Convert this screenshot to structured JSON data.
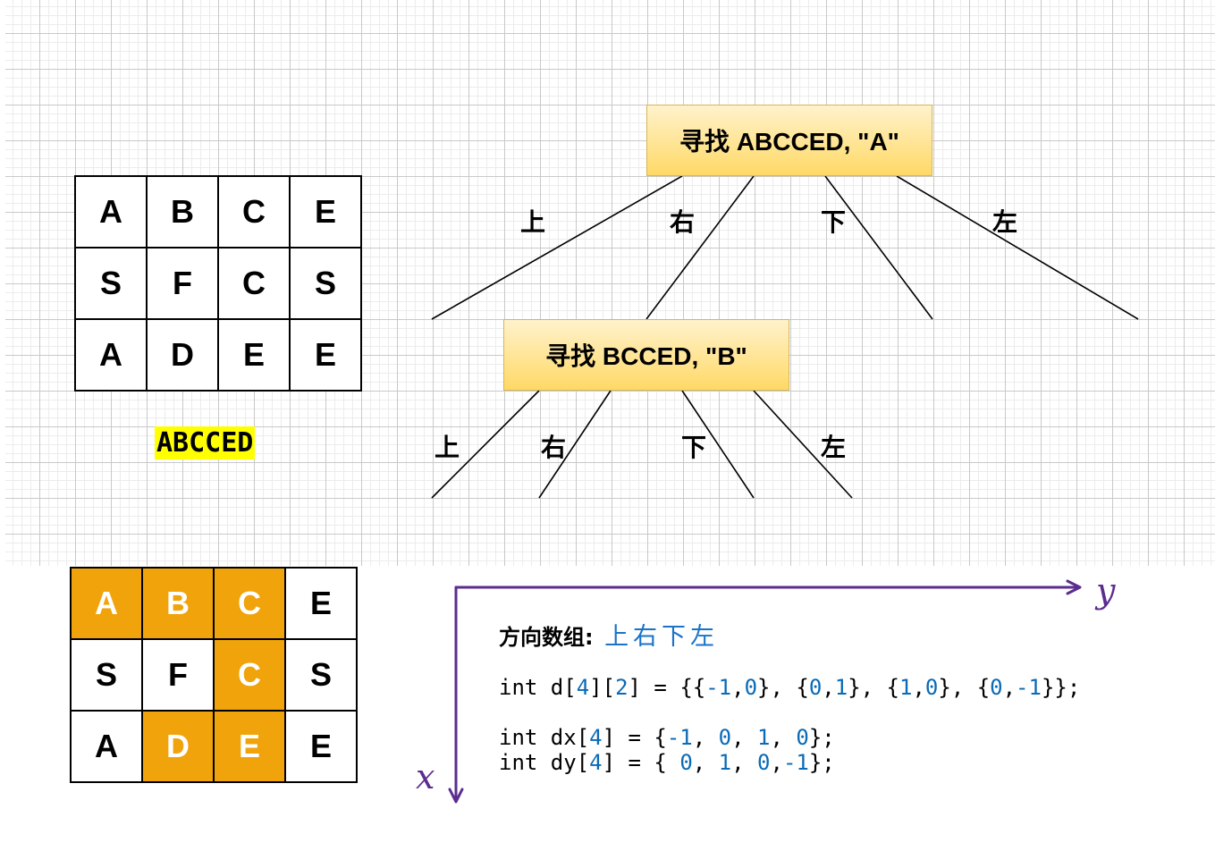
{
  "grid_top": {
    "rows": [
      [
        "A",
        "B",
        "C",
        "E"
      ],
      [
        "S",
        "F",
        "C",
        "S"
      ],
      [
        "A",
        "D",
        "E",
        "E"
      ]
    ]
  },
  "target_word": "ABCCED",
  "grid_bottom": {
    "rows": [
      [
        "A",
        "B",
        "C",
        "E"
      ],
      [
        "S",
        "F",
        "C",
        "S"
      ],
      [
        "A",
        "D",
        "E",
        "E"
      ]
    ],
    "highlighted": [
      [
        0,
        0
      ],
      [
        0,
        1
      ],
      [
        0,
        2
      ],
      [
        1,
        2
      ],
      [
        2,
        1
      ],
      [
        2,
        2
      ]
    ],
    "highlight_color": "#f0a30a"
  },
  "tree": {
    "root": {
      "label": "寻找 ABCCED, \"A\""
    },
    "child": {
      "label": "寻找 BCCED, \"B\""
    },
    "root_edges": [
      "上",
      "右",
      "下",
      "左"
    ],
    "child_edges": [
      "上",
      "右",
      "下",
      "左"
    ]
  },
  "directions": {
    "heading": "方向数组:",
    "order": "上右下左"
  },
  "code": {
    "line1": [
      {
        "t": "int d[",
        "k": "p"
      },
      {
        "t": "4",
        "k": "n"
      },
      {
        "t": "][",
        "k": "p"
      },
      {
        "t": "2",
        "k": "n"
      },
      {
        "t": "] = {{",
        "k": "p"
      },
      {
        "t": "-1",
        "k": "n"
      },
      {
        "t": ",",
        "k": "p"
      },
      {
        "t": "0",
        "k": "n"
      },
      {
        "t": "}, {",
        "k": "p"
      },
      {
        "t": "0",
        "k": "n"
      },
      {
        "t": ",",
        "k": "p"
      },
      {
        "t": "1",
        "k": "n"
      },
      {
        "t": "}, {",
        "k": "p"
      },
      {
        "t": "1",
        "k": "n"
      },
      {
        "t": ",",
        "k": "p"
      },
      {
        "t": "0",
        "k": "n"
      },
      {
        "t": "}, {",
        "k": "p"
      },
      {
        "t": "0",
        "k": "n"
      },
      {
        "t": ",",
        "k": "p"
      },
      {
        "t": "-1",
        "k": "n"
      },
      {
        "t": "}};",
        "k": "p"
      }
    ],
    "line2": [
      {
        "t": "int dx[",
        "k": "p"
      },
      {
        "t": "4",
        "k": "n"
      },
      {
        "t": "] = {",
        "k": "p"
      },
      {
        "t": "-1",
        "k": "n"
      },
      {
        "t": ", ",
        "k": "p"
      },
      {
        "t": "0",
        "k": "n"
      },
      {
        "t": ", ",
        "k": "p"
      },
      {
        "t": "1",
        "k": "n"
      },
      {
        "t": ", ",
        "k": "p"
      },
      {
        "t": "0",
        "k": "n"
      },
      {
        "t": "};",
        "k": "p"
      }
    ],
    "line3": [
      {
        "t": "int dy[",
        "k": "p"
      },
      {
        "t": "4",
        "k": "n"
      },
      {
        "t": "] = { ",
        "k": "p"
      },
      {
        "t": "0",
        "k": "n"
      },
      {
        "t": ", ",
        "k": "p"
      },
      {
        "t": "1",
        "k": "n"
      },
      {
        "t": ", ",
        "k": "p"
      },
      {
        "t": "0",
        "k": "n"
      },
      {
        "t": ",",
        "k": "p"
      },
      {
        "t": "-1",
        "k": "n"
      },
      {
        "t": "};",
        "k": "p"
      }
    ]
  },
  "axes": {
    "x_label": "x",
    "y_label": "y",
    "color": "#5b2d8e"
  },
  "colors": {
    "node_fill_top": "#fff2cc",
    "node_fill_bottom": "#ffd966",
    "word_highlight": "#ffff00",
    "code_number": "#0b6ab5",
    "direction_text": "#1a73c8"
  }
}
